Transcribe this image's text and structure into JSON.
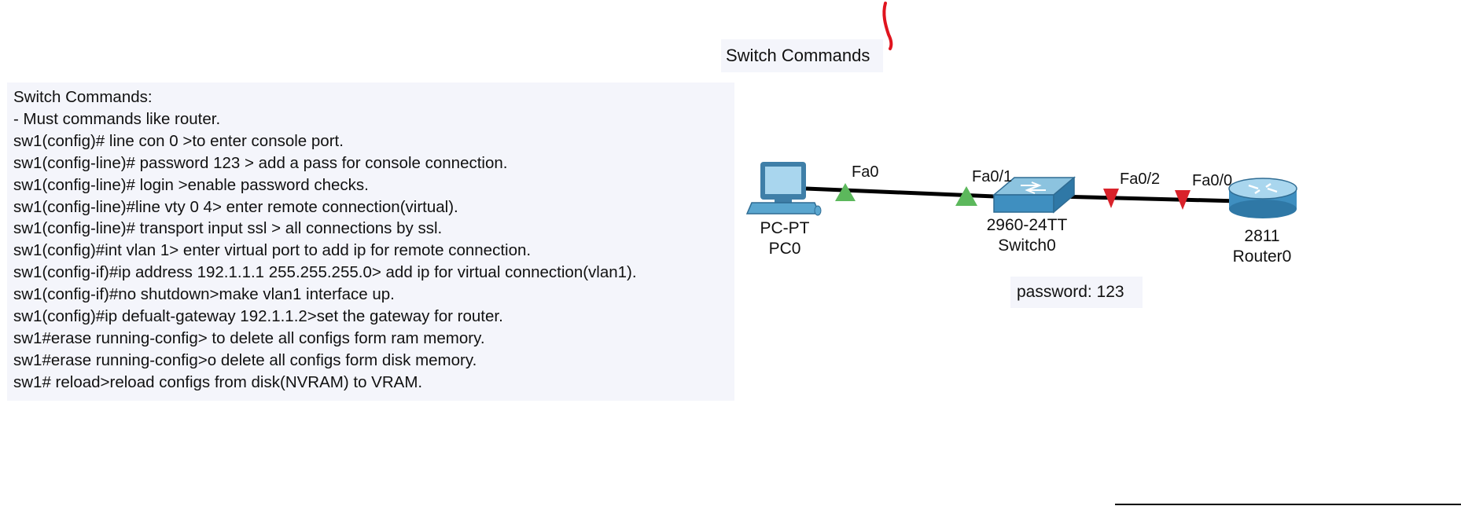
{
  "title_note": "Switch Commands",
  "notes": [
    "Switch Commands:",
    "- Must commands like router.",
    "sw1(config)# line con 0 >to enter console port.",
    "sw1(config-line)# password 123 > add a pass for console connection.",
    "sw1(config-line)# login >enable password checks.",
    "sw1(config-line)#line vty 0 4> enter remote connection(virtual).",
    "sw1(config-line)# transport input ssl > all connections by ssl.",
    "sw1(config)#int vlan 1> enter virtual port to add ip for remote connection.",
    "sw1(config-if)#ip address 192.1.1.1 255.255.255.0> add ip for virtual connection(vlan1).",
    "sw1(config-if)#no shutdown>make vlan1 interface up.",
    "sw1(config)#ip defualt-gateway 192.1.1.2>set the gateway for router.",
    "sw1#erase running-config> to delete all configs form ram memory.",
    "sw1#erase running-config>o delete all configs form disk memory.",
    "sw1# reload>reload configs from disk(NVRAM) to VRAM."
  ],
  "devices": {
    "pc": {
      "type": "PC-PT",
      "name": "PC0"
    },
    "switch": {
      "type": "2960-24TT",
      "name": "Switch0"
    },
    "router": {
      "type": "2811",
      "name": "Router0"
    }
  },
  "ports": {
    "pc_fa0": "Fa0",
    "sw_fa0_1": "Fa0/1",
    "sw_fa0_2": "Fa0/2",
    "rt_fa0_0": "Fa0/0"
  },
  "password_note": "password: 123",
  "colors": {
    "link_up": "#5cb85c",
    "link_down": "#d9222a",
    "note_bg": "#f4f5fb",
    "device_blue": "#4a9cc4"
  }
}
